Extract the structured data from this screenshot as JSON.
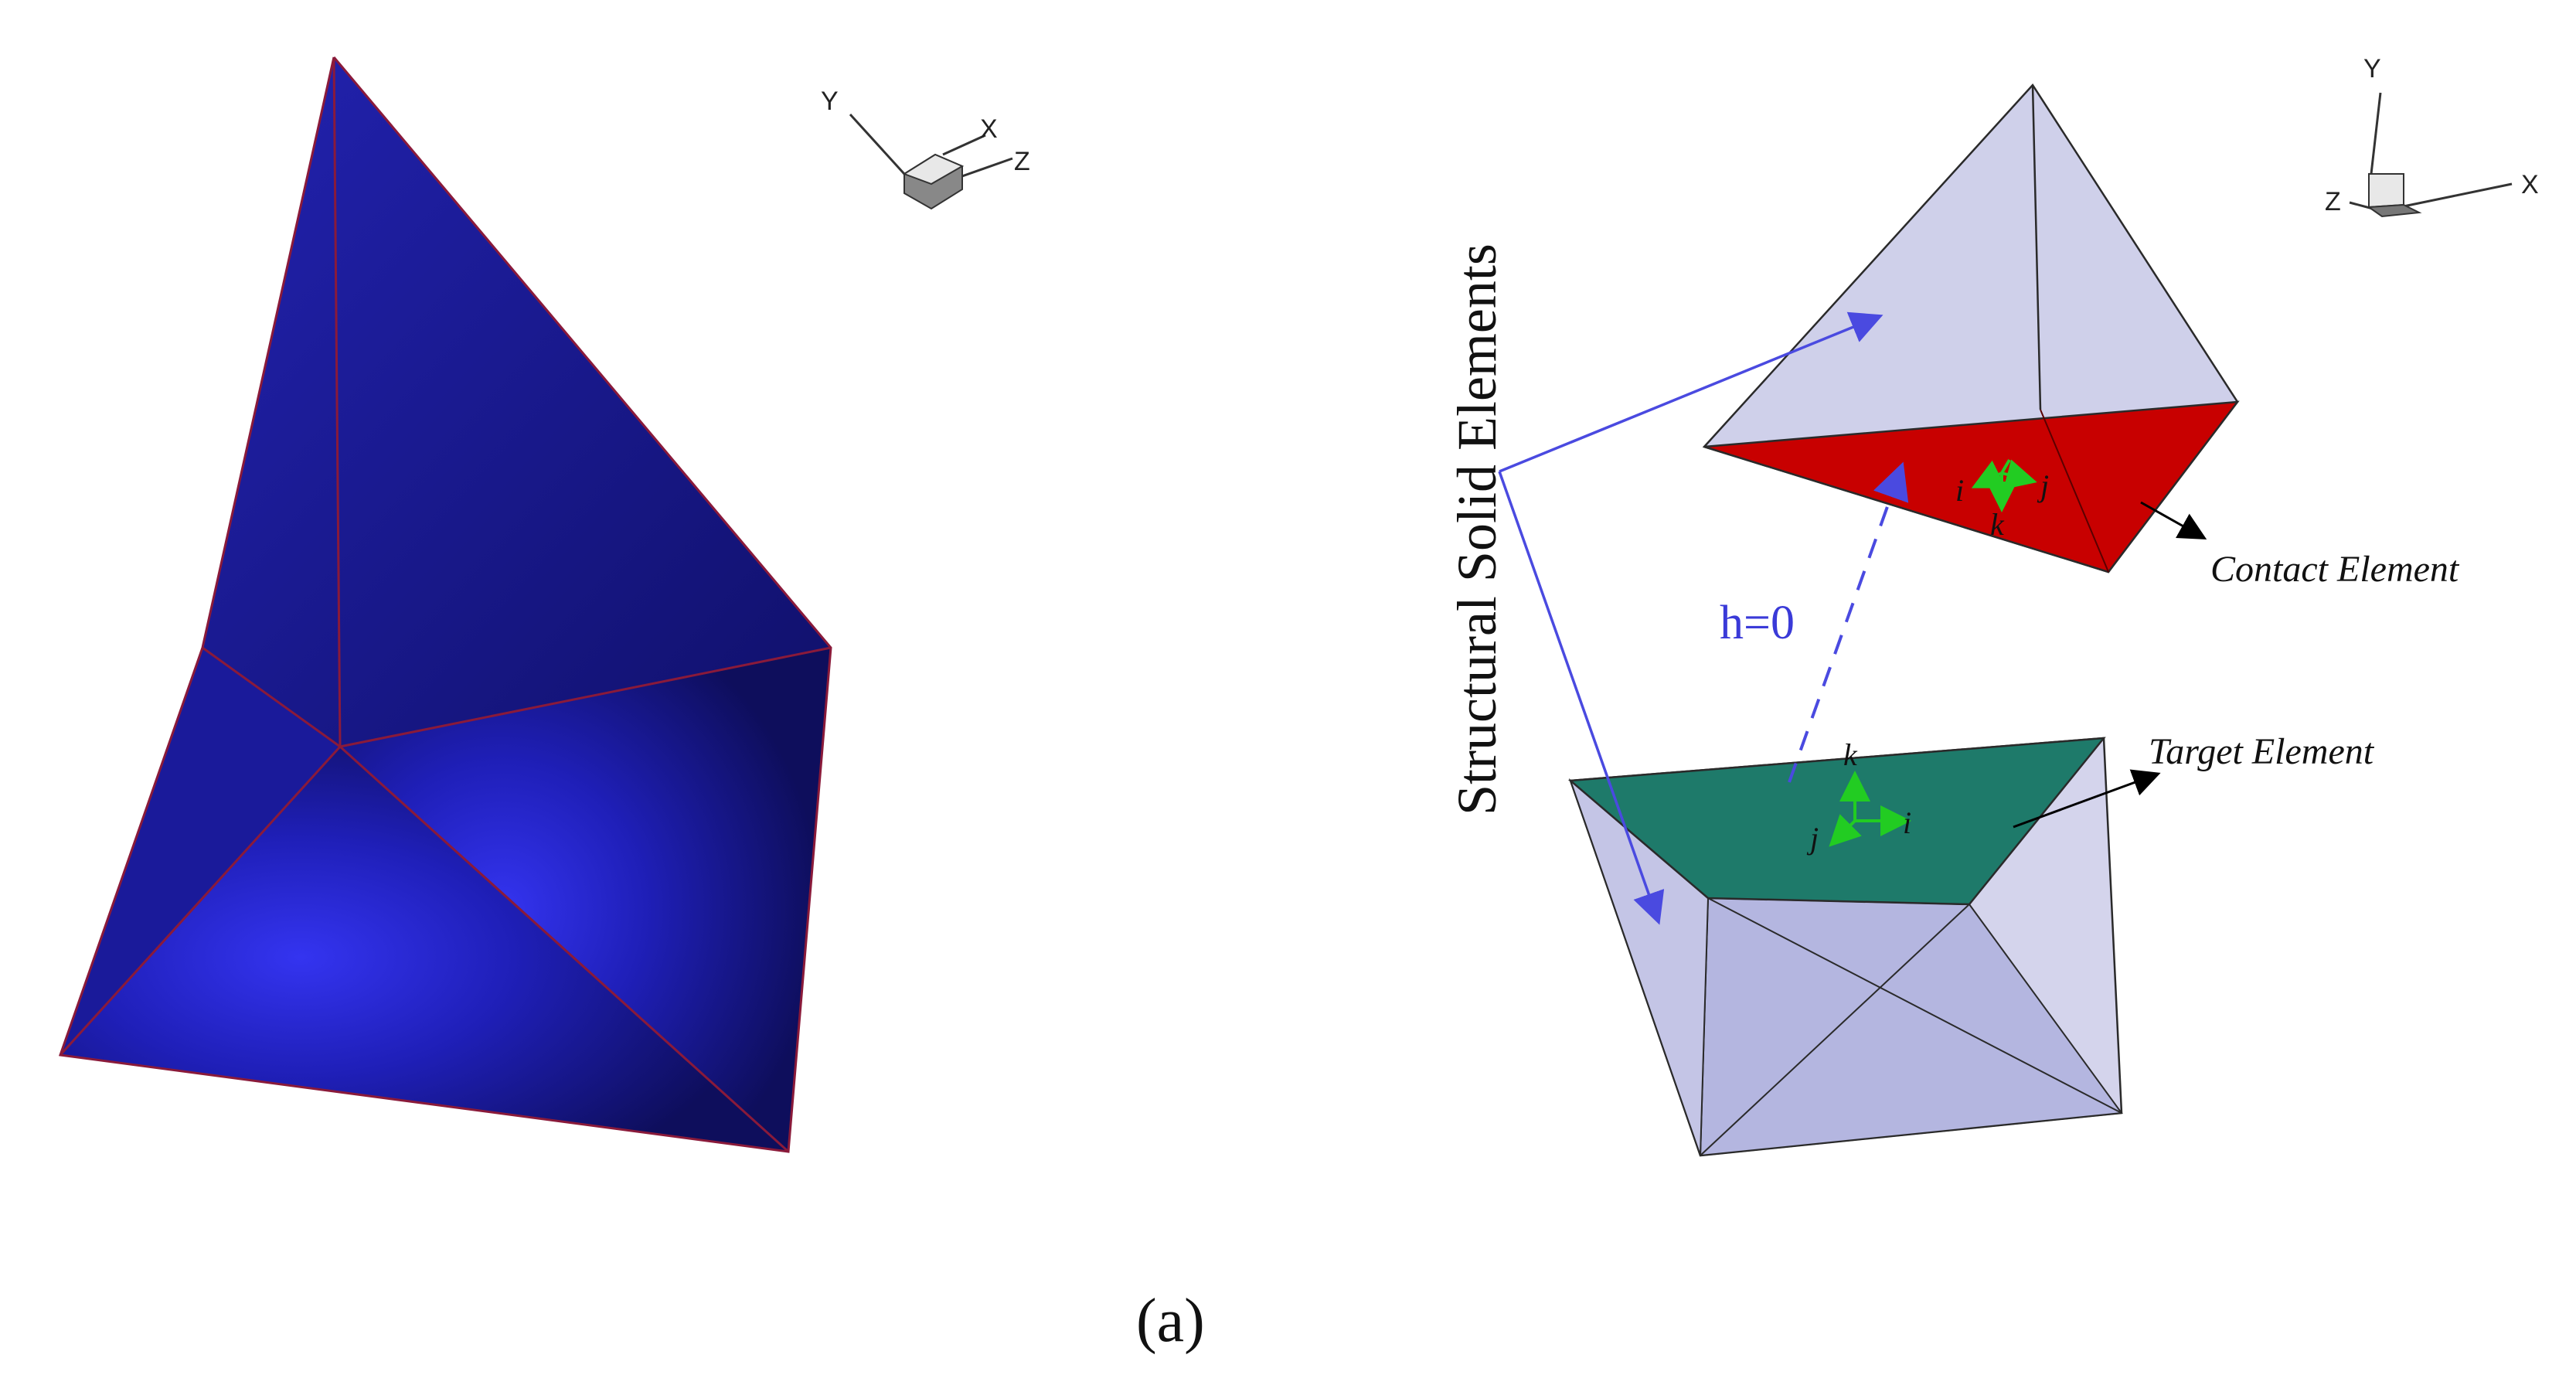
{
  "caption": "(a)",
  "left_panel": {
    "triad": {
      "y": "Y",
      "x": "X",
      "z": "Z"
    },
    "colors": {
      "solid": "#1f1fa6",
      "edge": "#8a1a3a"
    }
  },
  "right_panel": {
    "triad": {
      "y": "Y",
      "x": "X",
      "z": "Z"
    },
    "labels": {
      "structural": "Structural Solid Elements",
      "contact": "Contact Element",
      "target": "Target Element",
      "gap": "h=0",
      "contact_i": "i",
      "contact_j": "j",
      "contact_k": "k",
      "target_i": "i",
      "target_j": "j",
      "target_k": "k"
    },
    "colors": {
      "solid_fill": "#cfd0ea",
      "contact_face": "#c80000",
      "target_face": "#1e7a6a",
      "arrow": "#4a4ae0",
      "local_axes": "#22cc22"
    }
  }
}
